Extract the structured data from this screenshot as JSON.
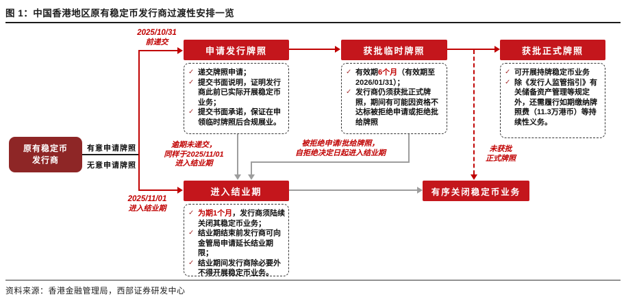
{
  "title": "图 1：中国香港地区原有稳定币发行商过渡性安排一览",
  "source": "资料来源：香港金融管理局，西部证券研发中心",
  "colors": {
    "box_red": "#c4161c",
    "origin_red": "#8e2626",
    "accent_red": "#c00000",
    "connector_gray": "#9d9d9d"
  },
  "origin": {
    "lines": [
      "原有稳定币",
      "发行商"
    ]
  },
  "branches": {
    "intend": "有意申请牌照",
    "not_intend": "无意申请牌照"
  },
  "labels": {
    "submit_before": [
      "2025/10/31",
      "前递交"
    ],
    "enter_winddown": [
      "2025/11/01",
      "进入结业期"
    ],
    "overdue": [
      "逾期未递交，",
      "同样于2025/11/01",
      "进入结业期"
    ],
    "rejected": [
      "被拒绝申请/批给牌照，",
      "自拒绝决定日起进入结业期"
    ],
    "not_approved": [
      "未获批",
      "正式牌照"
    ]
  },
  "stages": {
    "apply": {
      "title": "申请发行牌照",
      "items": [
        [
          {
            "t": "递交牌照申请；"
          }
        ],
        [
          {
            "t": "提交书面说明，证明发行商此前已实际开展稳定币业务；"
          }
        ],
        [
          {
            "t": "提交书面承诺，保证在申领临时牌照后合规展业。"
          }
        ]
      ]
    },
    "temporary": {
      "title": "获批临时牌照",
      "items": [
        [
          {
            "t": "有效期"
          },
          {
            "t": "6个月",
            "s": "red"
          },
          {
            "t": "（有效期至"
          },
          {
            "t": "2026/01/31",
            "s": "num"
          },
          {
            "t": "）；"
          }
        ],
        [
          {
            "t": "发行商仍须获批正式牌照，期间有可能因资格不达标被拒绝申请或拒绝批给牌照"
          }
        ]
      ]
    },
    "formal": {
      "title": "获批正式牌照",
      "items": [
        [
          {
            "t": "可开展持牌稳定币业务"
          }
        ],
        [
          {
            "t": "除《发行人监管指引》有关储备资产管理等规定外，还需履行如期缴纳牌照费（11.3万港币）等持续性义务。"
          }
        ]
      ]
    },
    "winddown": {
      "title": "进入结业期",
      "items": [
        [
          {
            "t": "为期1个月",
            "s": "red"
          },
          {
            "t": "，发行商须陆续关闭其稳定币业务；"
          }
        ],
        [
          {
            "t": "结业期结束前发行商可向金管局申请延长结业期限；"
          }
        ],
        [
          {
            "t": "结业期间发行商除必要外不得开展稳定币业务。"
          }
        ]
      ]
    },
    "close": {
      "title": "有序关闭稳定币业务"
    }
  }
}
